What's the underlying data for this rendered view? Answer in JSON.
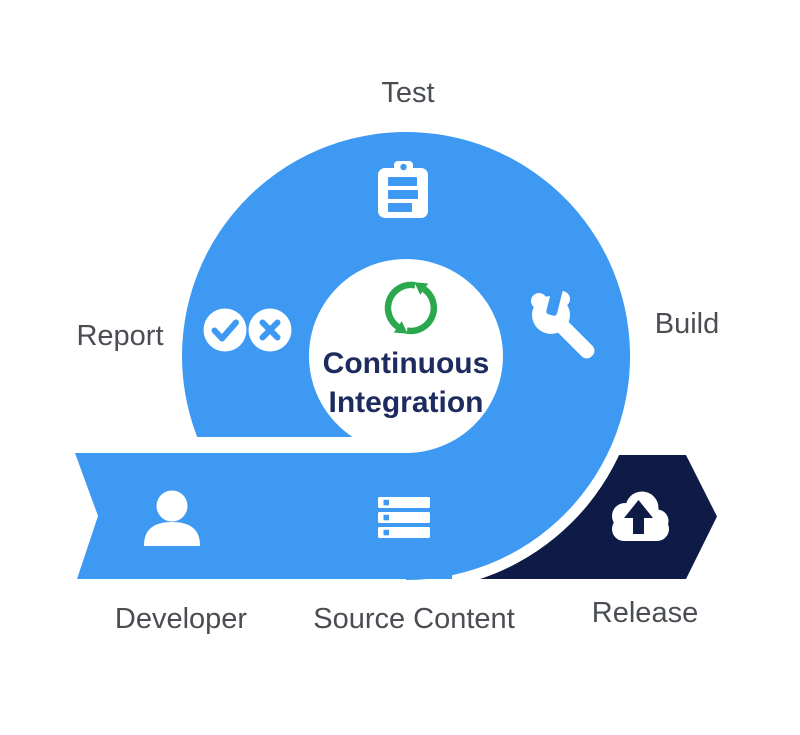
{
  "diagram": {
    "center": {
      "title_line1": "Continuous",
      "title_line2": "Integration",
      "icon": "sync-arrows-icon"
    },
    "stages": [
      {
        "id": "test",
        "label": "Test",
        "icon": "clipboard-icon"
      },
      {
        "id": "build",
        "label": "Build",
        "icon": "wrench-icon"
      },
      {
        "id": "report",
        "label": "Report",
        "icon": "check-and-cross-icons"
      },
      {
        "id": "developer",
        "label": "Developer",
        "icon": "person-icon"
      },
      {
        "id": "source_content",
        "label": "Source Content",
        "icon": "server-stack-icon"
      },
      {
        "id": "release",
        "label": "Release",
        "icon": "cloud-upload-icon"
      }
    ],
    "colors": {
      "primary_blue": "#3E99F2",
      "dark_navy": "#0E1B46",
      "accent_green": "#2BA84D",
      "title_navy": "#1d2b5f",
      "label_gray": "#4a4e53",
      "white": "#FFFFFF"
    }
  }
}
